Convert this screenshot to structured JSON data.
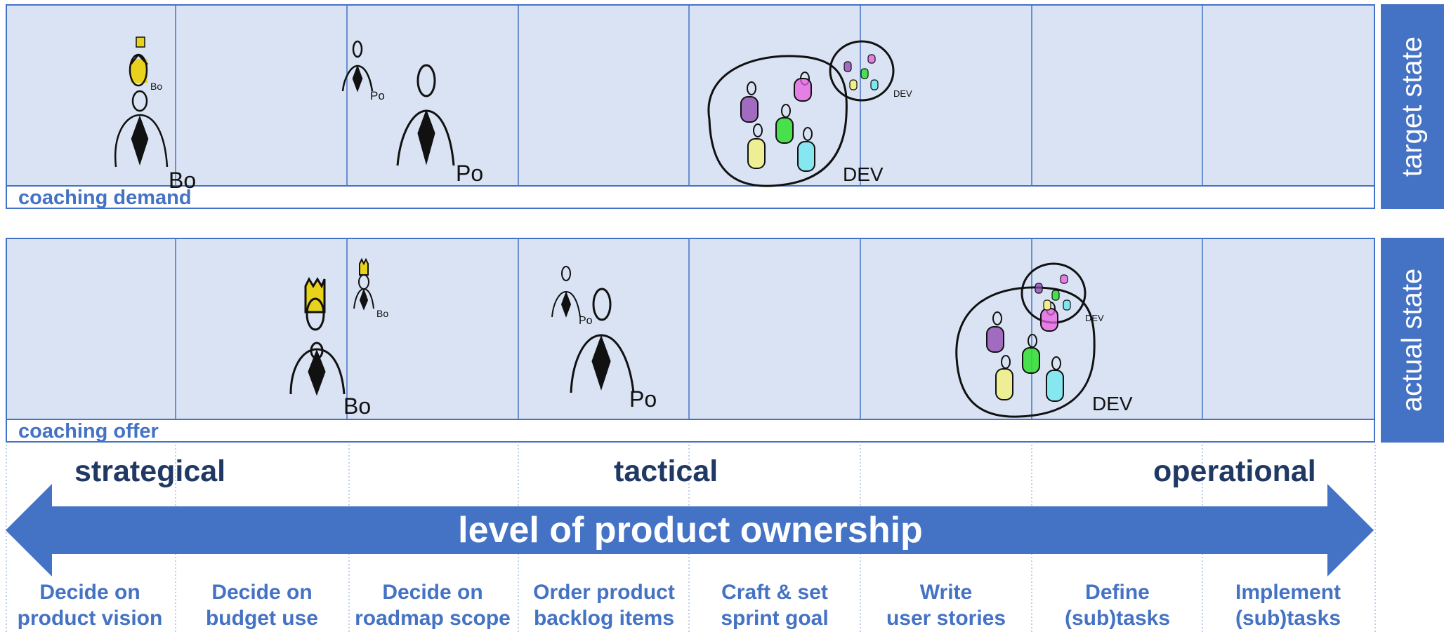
{
  "panels": {
    "top": {
      "side_label": "target state",
      "strip_label": "coaching demand"
    },
    "bottom": {
      "side_label": "actual state",
      "strip_label": "coaching offer"
    }
  },
  "sketch_labels": {
    "bo": "Bo",
    "po": "Po",
    "dev": "DEV"
  },
  "levels": {
    "strategical": "strategical",
    "tactical": "tactical",
    "operational": "operational"
  },
  "arrow": {
    "label": "level of product ownership",
    "color": "#4472c4"
  },
  "columns": [
    {
      "line1": "Decide on",
      "line2": "product vision"
    },
    {
      "line1": "Decide on",
      "line2": "budget use"
    },
    {
      "line1": "Decide on",
      "line2": "roadmap scope"
    },
    {
      "line1": "Order product",
      "line2": "backlog items"
    },
    {
      "line1": "Craft & set",
      "line2": "sprint goal"
    },
    {
      "line1": "Write",
      "line2": "user stories"
    },
    {
      "line1": "Define",
      "line2": "(sub)tasks"
    },
    {
      "line1": "Implement",
      "line2": "(sub)tasks"
    }
  ],
  "colors": {
    "accent": "#4472c4",
    "panel_bg": "#dae3f3",
    "dark_text": "#1f3864"
  }
}
